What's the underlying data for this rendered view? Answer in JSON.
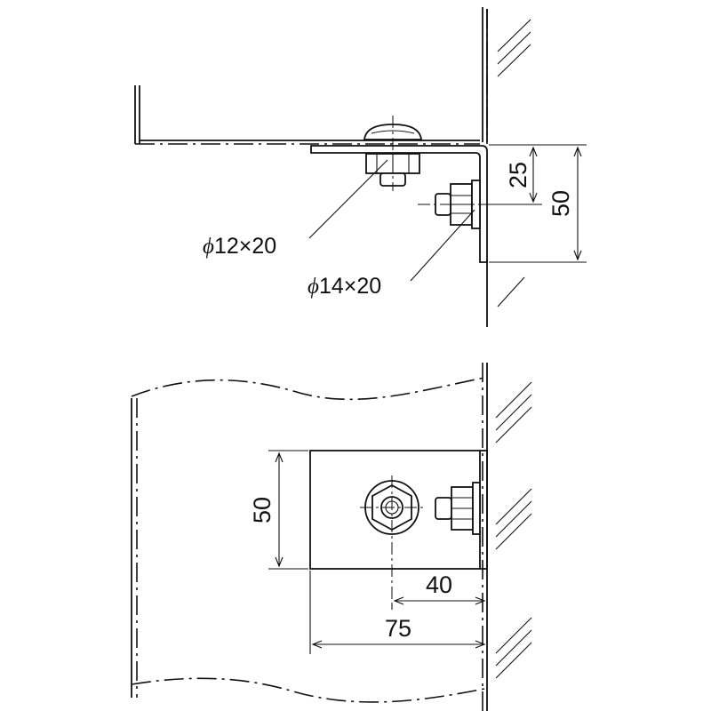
{
  "side_view": {
    "bolt_callout": {
      "symbol": "ϕ",
      "label": "12×20"
    },
    "anchor_callout": {
      "symbol": "ϕ",
      "label": "14×20"
    },
    "dim_inner": "25",
    "dim_outer": "50"
  },
  "front_view": {
    "dim_height": "50",
    "dim_hole_offset": "40",
    "dim_width": "75"
  },
  "icons": [
    "bolt-head-icon",
    "hex-nut-icon",
    "anchor-bolt-icon",
    "wall-hatch-icon"
  ]
}
